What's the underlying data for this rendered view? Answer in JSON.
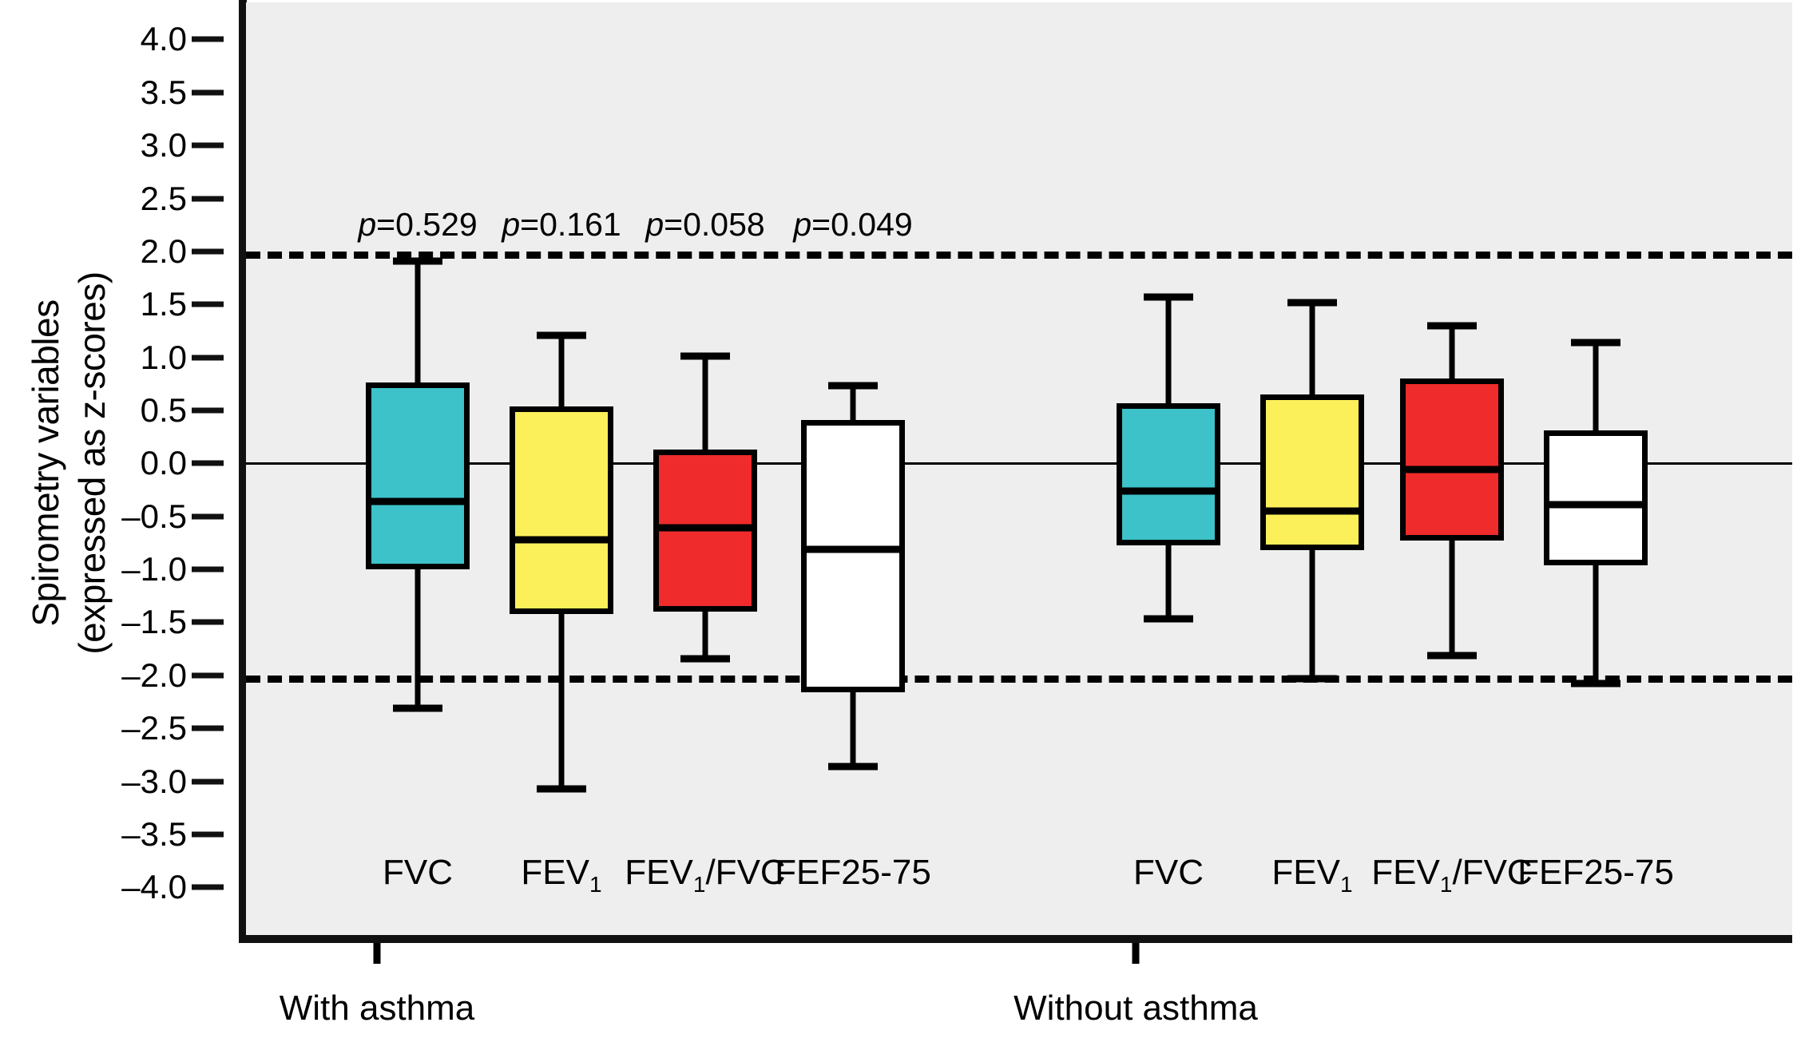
{
  "chart_data": {
    "type": "box",
    "title": "",
    "xlabel": "",
    "ylabel_line1": "Spirometry variables",
    "ylabel_line2": "(expressed as z-scores)",
    "ylim": [
      -4.0,
      4.0
    ],
    "ytick_labels": [
      "4.0",
      "3.5",
      "3.0",
      "2.5",
      "2.0",
      "1.5",
      "1.0",
      "0.5",
      "0.0",
      "–0.5",
      "–1.0",
      "–1.5",
      "–2.0",
      "–2.5",
      "–3.0",
      "–3.5",
      "–4.0"
    ],
    "ytick_values": [
      4.0,
      3.5,
      3.0,
      2.5,
      2.0,
      1.5,
      1.0,
      0.5,
      0.0,
      -0.5,
      -1.0,
      -1.5,
      -2.0,
      -2.5,
      -3.0,
      -3.5,
      -4.0
    ],
    "grid": false,
    "reference_lines": [
      2.0,
      -2.0
    ],
    "zero_line": 0.0,
    "legend_position": "none",
    "colors": {
      "fvc": "#3cc2c8",
      "fev1": "#fbf05a",
      "fev1_fvc": "#ef2b2b",
      "fef2575": "#ffffff",
      "plot_background": "#eeeeee",
      "outline": "#000000"
    },
    "groups": [
      {
        "name": "With asthma",
        "label": "With asthma",
        "boxes": [
          {
            "category": "FVC",
            "label_main": "FVC",
            "label_sub": "",
            "color_key": "fvc",
            "p_value": "p=0.529",
            "whisker_low": -2.31,
            "q1": -1.0,
            "median": -0.36,
            "q3": 0.76,
            "whisker_high": 1.91
          },
          {
            "category": "FEV1",
            "label_main": "FEV",
            "label_sub": "1",
            "color_key": "fev1",
            "p_value": "p=0.161",
            "whisker_low": -3.07,
            "q1": -1.42,
            "median": -0.72,
            "q3": 0.54,
            "whisker_high": 1.21
          },
          {
            "category": "FEV1/FVC",
            "label_main": "FEV",
            "label_sub": "1",
            "label_tail": "/FVC",
            "color_key": "fev1_fvc",
            "p_value": "p=0.058",
            "whisker_low": -1.84,
            "q1": -1.4,
            "median": -0.61,
            "q3": 0.13,
            "whisker_high": 1.01
          },
          {
            "category": "FEF25-75",
            "label_main": "FEF25-75",
            "label_sub": "",
            "color_key": "fef2575",
            "p_value": "p=0.049",
            "whisker_low": -2.86,
            "q1": -2.16,
            "median": -0.81,
            "q3": 0.41,
            "whisker_high": 0.73
          }
        ]
      },
      {
        "name": "Without asthma",
        "label": "Without asthma",
        "boxes": [
          {
            "category": "FVC",
            "label_main": "FVC",
            "label_sub": "",
            "color_key": "fvc",
            "p_value": "",
            "whisker_low": -1.47,
            "q1": -0.77,
            "median": -0.26,
            "q3": 0.57,
            "whisker_high": 1.57
          },
          {
            "category": "FEV1",
            "label_main": "FEV",
            "label_sub": "1",
            "color_key": "fev1",
            "p_value": "",
            "whisker_low": -2.03,
            "q1": -0.82,
            "median": -0.45,
            "q3": 0.65,
            "whisker_high": 1.52
          },
          {
            "category": "FEV1/FVC",
            "label_main": "FEV",
            "label_sub": "1",
            "label_tail": "/FVC",
            "color_key": "fev1_fvc",
            "p_value": "",
            "whisker_low": -1.81,
            "q1": -0.73,
            "median": -0.06,
            "q3": 0.8,
            "whisker_high": 1.3
          },
          {
            "category": "FEF25-75",
            "label_main": "FEF25-75",
            "label_sub": "",
            "color_key": "fef2575",
            "p_value": "",
            "whisker_low": -2.08,
            "q1": -0.96,
            "median": -0.39,
            "q3": 0.31,
            "whisker_high": 1.14
          }
        ]
      }
    ]
  }
}
